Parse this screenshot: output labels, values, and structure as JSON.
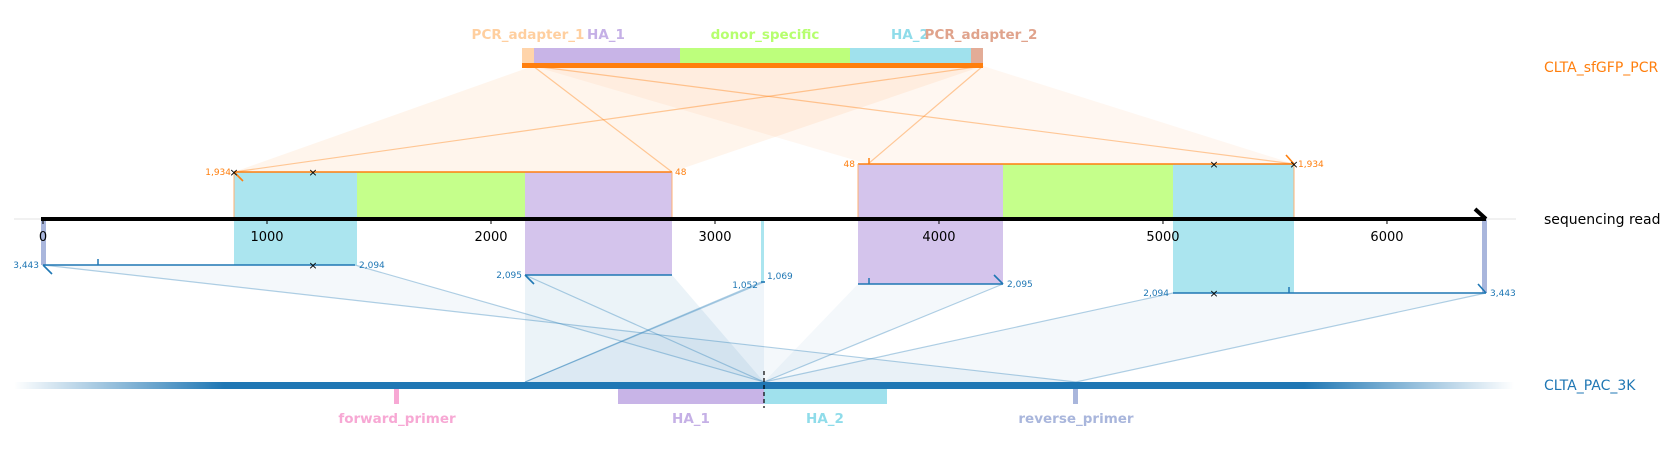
{
  "labels": {
    "pcr": "CLTA_sfGFP_PCR",
    "read": "sequencing read",
    "ref": "CLTA_PAC_3K"
  },
  "pcr_features": {
    "pcr_adapter_1": "PCR_adapter_1",
    "ha_1": "HA_1",
    "donor_specific": "donor_specific",
    "ha_2": "HA_2",
    "pcr_adapter_2": "PCR_adapter_2"
  },
  "ref_features": {
    "forward_primer": "forward_primer",
    "ha_1": "HA_1",
    "ha_2": "HA_2",
    "reverse_primer": "reverse_primer"
  },
  "axis": {
    "min": 0,
    "max": 6250,
    "ticks": [
      "0",
      "1000",
      "2000",
      "3000",
      "4000",
      "5000",
      "6000"
    ]
  },
  "positions": {
    "pcr_upper_left_start": "1,934",
    "pcr_upper_left_end": "48",
    "pcr_upper_right_start": "48",
    "pcr_upper_right_end": "1,934",
    "ref_a_start": "3,443",
    "ref_a_end": "2,094",
    "ref_b_start": "2,095",
    "ref_c_start": "1,052",
    "ref_c_end": "1,069",
    "ref_d_end": "2,095",
    "ref_e_start": "2,094",
    "ref_e_end": "3,443"
  },
  "colors": {
    "pcr": "#ff7f0e",
    "ref": "#1f77b4",
    "pcr_adapter_1": "#ffd4aa",
    "ha_1": "#c5b0e6",
    "donor_specific": "#b6ff6e",
    "ha_2": "#8fdcea",
    "pcr_adapter_2": "#e0a38c",
    "forward_primer": "#f7a8d4",
    "reverse_primer": "#a9b6dc"
  }
}
